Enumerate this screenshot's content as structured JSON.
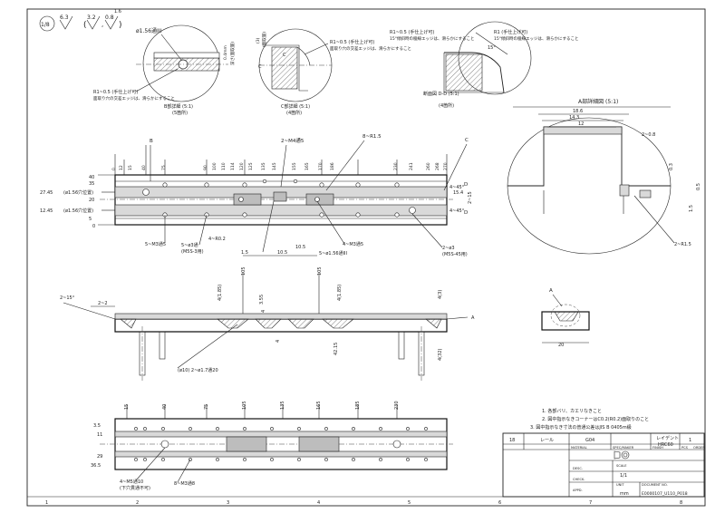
{
  "sheet": {
    "sheet_no": "1/8",
    "roughness_main": "6.3",
    "roughness_other_1": "3.2",
    "roughness_other_2": "0.8",
    "roughness_extra": "1.6",
    "frame_cols": [
      "1",
      "2",
      "3",
      "4",
      "5",
      "6",
      "7",
      "8"
    ]
  },
  "details": {
    "detail_b": {
      "dim": "ø1.56通III",
      "radius_note_1": "R1~0.5 (手仕上げ可)",
      "radius_note_2": "面取り穴の交差エッジは、滑らかにすること",
      "label": "B部詳細 (5:1)",
      "count": "(5箇所)",
      "side_dim": "0.4mm",
      "side_note": "深さ(面取量)"
    },
    "detail_c": {
      "radius_note_1": "R1~0.5 (手仕上げ可)",
      "radius_note_2": "面取り穴の交差エッジは、滑らかにすること",
      "label": "C部詳細 (5:1)",
      "count": "(4箇所)",
      "side_dim": "(3)",
      "side_note": "(面取量)",
      "letter": "C"
    },
    "detail_d": {
      "radius_note_1": "R1 (手仕上げ可)",
      "radius_note_2": "15°傾斜時の稜線エッジは、滑らかにすること",
      "angle_note": "15°",
      "label": "断面図 D-D (5:1)",
      "count": "(4箇所)"
    },
    "detail_a": {
      "label": "A部詳細図 (5:1)",
      "dim_top": "18.6",
      "dim_mid1": "14.3",
      "dim_mid2": "12",
      "dim_right": "2~0.8",
      "dim_v1": "0.3",
      "dim_v2": "1.5",
      "dim_v3": "0.5",
      "note": "2~R1.5"
    }
  },
  "plan_view": {
    "callouts": [
      "B",
      "2~M4通5",
      "8~R1.5",
      "C",
      "D"
    ],
    "col_dims": [
      "0",
      "12",
      "15",
      "40",
      "75",
      "90",
      "100",
      "110",
      "114",
      "120",
      "125",
      "135",
      "145",
      "155",
      "165",
      "170",
      "186",
      "230",
      "241",
      "260",
      "268",
      "270"
    ],
    "row_dims": [
      "40",
      "35",
      "27.45",
      "20",
      "12.45",
      "5",
      "0"
    ],
    "row_notes": [
      "(ø1.56穴位置)",
      "(ø1.56穴位置)"
    ],
    "right_dims": [
      "15.4",
      "2~15",
      "4~45°",
      "4~45°"
    ],
    "bottom_notes": [
      "5~M3通5",
      "5~ø3通",
      "(M5S-3用)",
      "4~R0.2",
      "1.5",
      "10.5",
      "10.5",
      "4~M3通5",
      "5~ø1.56通III",
      "2~ø3",
      "(M5S-45用)"
    ]
  },
  "front_view": {
    "left_dims": [
      "2~15°",
      "2~2"
    ],
    "top_dims": [
      "105",
      "105",
      "4(1.85)",
      "4(1.85)",
      "4(3)",
      "3.55",
      "4"
    ],
    "bottom_notes": [
      "(ø10) 2~ø1.7通20",
      "4",
      "42.15",
      "4(32)"
    ],
    "label_a": "A"
  },
  "side_view": {
    "dim": "20",
    "label_a": "A"
  },
  "bottom_view": {
    "col_dims": [
      "15",
      "40",
      "75",
      "105",
      "135",
      "165",
      "185",
      "230"
    ],
    "row_dims": [
      "3.5",
      "11",
      "29",
      "36.5"
    ],
    "notes": [
      "4~M5通10",
      "(下穴貫通不可)",
      "8~M3通8"
    ]
  },
  "notes": {
    "line1": "1. 各部バリ、カエリなきこと",
    "line2": "2. 図中指示なきコーナーはC0.2(R0.2)面取りのこと",
    "line3": "3. 図中指示なき寸法の普通公差はJIS B 0405m級"
  },
  "title_block": {
    "item": "18",
    "name": "レール",
    "part_no": "G04",
    "material_label": "MATERIAL",
    "material_value": "レイデント",
    "heat": "HRC60",
    "spec_label": "SPEC/MAKER",
    "finish_label": "FINISH",
    "pcs_label": "PCS",
    "order_label": "ORDER",
    "qty": "1",
    "desc_label": "DESC.",
    "check_label": "CHECK.",
    "appd_label": "APPD.",
    "scale_label": "SCALE",
    "scale_value": "1/1",
    "unit_label": "UNIT",
    "unit_value": "mm",
    "doc_label": "DOCUMENT NO.",
    "doc_value": "E0000107_U110_P018"
  }
}
